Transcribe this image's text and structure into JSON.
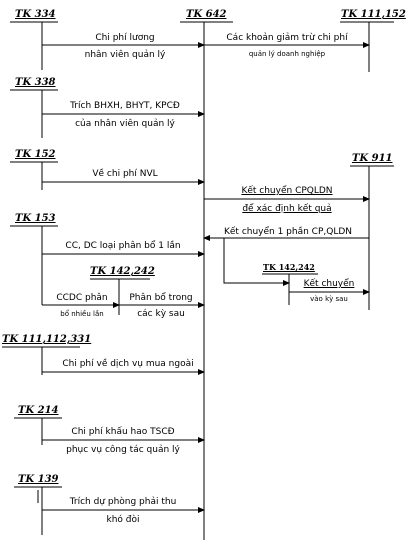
{
  "accounts": {
    "tk334": "TK 334",
    "tk642": "TK 642",
    "tk111_152": "TK 111,152",
    "tk338": "TK 338",
    "tk152": "TK 152",
    "tk911": "TK 911",
    "tk153": "TK 153",
    "tk142_242_a": "TK 142,242",
    "tk142_242_b": "TK 142,242",
    "tk111_112_331": "TK 111,112,331",
    "tk214": "TK 214",
    "tk139": "TK 139"
  },
  "labels": {
    "salary_1": "Chi phí lương",
    "salary_2": "nhân viên quản lý",
    "reduce_1": "Các khoản giảm trừ chi phí",
    "reduce_2": "quản lý doanh nghiệp",
    "insurance_1": "Trích BHXH, BHYT, KPCĐ",
    "insurance_2": "của nhân viên quản lý",
    "materials": "Về chi phí NVL",
    "transfer_1": "Kết chuyển CPQLDN",
    "transfer_2": "để xác định kết quả",
    "tools_once": "CC, DC loại phân bổ 1 lần",
    "partial_transfer": "Kết chuyển 1 phần CP,QLDN",
    "transfer_later_1": "Kết chuyển",
    "transfer_later_2": "vào kỳ sau",
    "tools_multi_1": "CCDC phân",
    "tools_multi_2": "bổ nhiều lần",
    "allocate_1": "Phân bổ trong",
    "allocate_2": "các kỳ sau",
    "services": "Chi phí về dịch vụ mua ngoài",
    "depreciation_1": "Chi phí khấu hao TSCĐ",
    "depreciation_2": "phục vụ công tác quản lý",
    "provision_1": "Trích dự phòng phải thu",
    "provision_2": "khó đòi"
  }
}
